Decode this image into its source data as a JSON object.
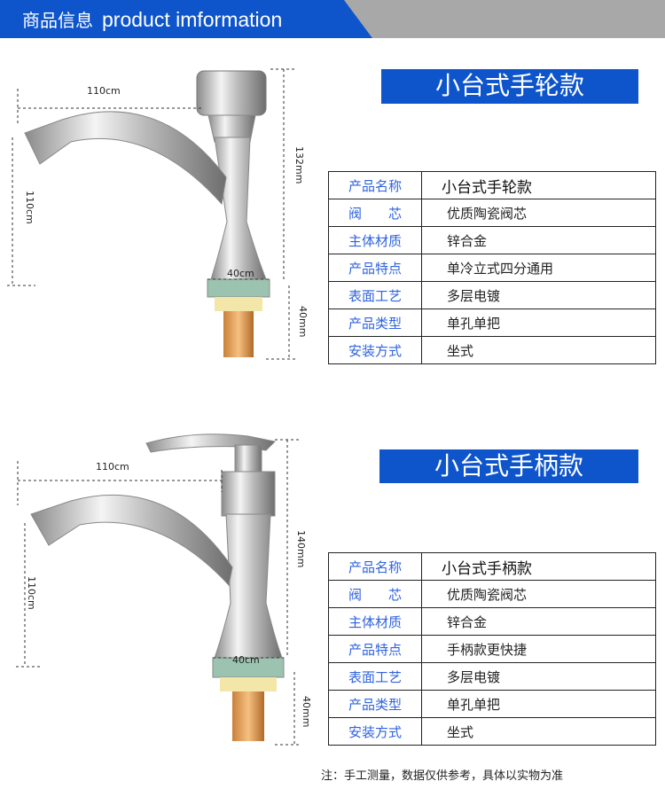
{
  "header": {
    "title_cn": "商品信息",
    "title_en": "product imformation"
  },
  "products": [
    {
      "title": "小台式手轮款",
      "dimensions": {
        "spout_length": "110cm",
        "height": "132mm",
        "spout_height": "110cm",
        "base_width": "40cm",
        "thread_length": "40mm"
      },
      "specs": [
        {
          "label": "产品名称",
          "value": "小台式手轮款"
        },
        {
          "label": "阀　　芯",
          "value": "优质陶瓷阀芯"
        },
        {
          "label": "主体材质",
          "value": "锌合金"
        },
        {
          "label": "产品特点",
          "value": "单冷立式四分通用"
        },
        {
          "label": "表面工艺",
          "value": "多层电镀"
        },
        {
          "label": "产品类型",
          "value": "单孔单把"
        },
        {
          "label": "安装方式",
          "value": "坐式"
        }
      ]
    },
    {
      "title": "小台式手柄款",
      "dimensions": {
        "spout_length": "110cm",
        "height": "140mm",
        "spout_height": "110cm",
        "base_width": "40cm",
        "thread_length": "40mm"
      },
      "specs": [
        {
          "label": "产品名称",
          "value": "小台式手柄款"
        },
        {
          "label": "阀　　芯",
          "value": "优质陶瓷阀芯"
        },
        {
          "label": "主体材质",
          "value": "锌合金"
        },
        {
          "label": "产品特点",
          "value": "手柄款更快捷"
        },
        {
          "label": "表面工艺",
          "value": "多层电镀"
        },
        {
          "label": "产品类型",
          "value": "单孔单把"
        },
        {
          "label": "安装方式",
          "value": "坐式"
        }
      ]
    }
  ],
  "note": "注：手工测量，数据仅供参考，具体以实物为准",
  "colors": {
    "brand_blue": "#0e55cc",
    "header_gray": "#a8a8a8",
    "label_blue": "#2f63e0"
  }
}
